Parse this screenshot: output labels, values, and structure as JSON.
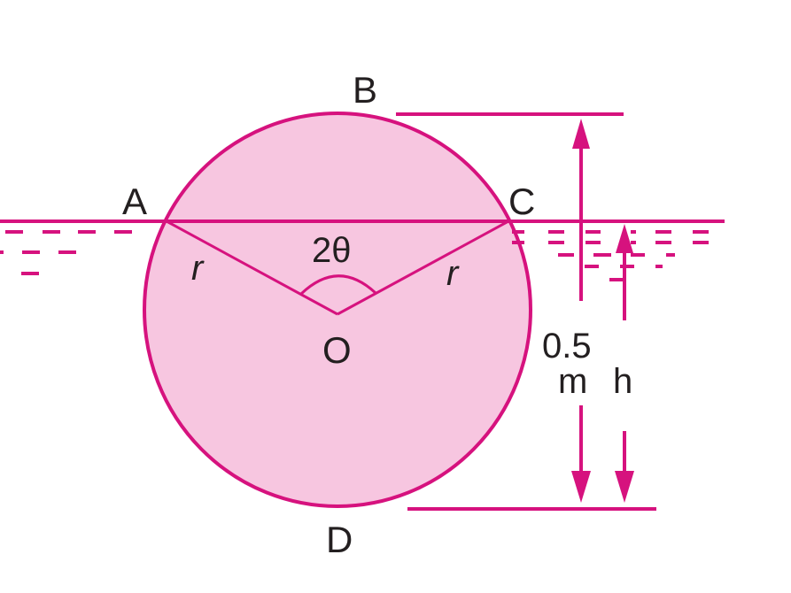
{
  "diagram": {
    "type": "floating-cylinder-cross-section",
    "colors": {
      "stroke": "#d6127e",
      "fill": "#f7c6e0",
      "text": "#231f20",
      "background": "#ffffff"
    },
    "points": {
      "A": "A",
      "B": "B",
      "C": "C",
      "D": "D",
      "O": "O"
    },
    "labels": {
      "radius_left": "r",
      "radius_right": "r",
      "angle": "2θ",
      "diameter_value": "0.5",
      "diameter_unit": "m",
      "depth": "h"
    }
  }
}
